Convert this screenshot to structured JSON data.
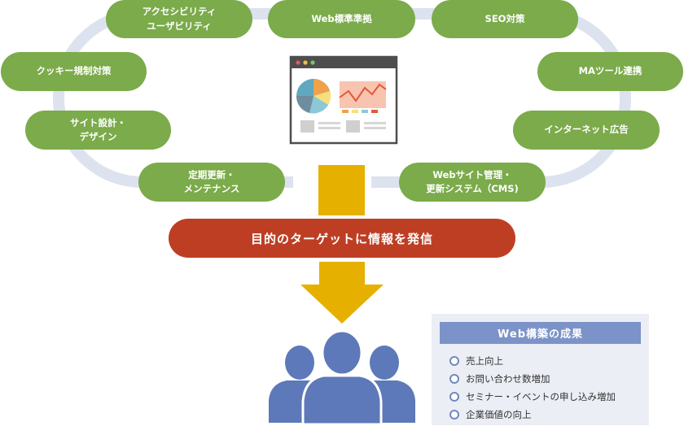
{
  "diagram": {
    "items": [
      {
        "id": "accessibility",
        "label": "アクセシビリティ\nユーザビリティ"
      },
      {
        "id": "web-standards",
        "label": "Web標準準拠"
      },
      {
        "id": "seo",
        "label": "SEO対策"
      },
      {
        "id": "cookie",
        "label": "クッキー規制対策"
      },
      {
        "id": "ma-tools",
        "label": "MAツール連携"
      },
      {
        "id": "site-design",
        "label": "サイト設計・\nデザイン"
      },
      {
        "id": "internet-ads",
        "label": "インターネット広告"
      },
      {
        "id": "maintenance",
        "label": "定期更新・\nメンテナンス"
      },
      {
        "id": "cms",
        "label": "Webサイト管理・\n更新システム（CMS)"
      }
    ],
    "main_banner": "目的のターゲットに情報を発信",
    "colors": {
      "pill_green": "#7bab4a",
      "ring": "#dde2ef",
      "arrow_yellow": "#e6b000",
      "banner_red": "#be3e24",
      "people_blue": "#5d79b9",
      "results_title_bg": "#7b93c8"
    }
  },
  "results": {
    "title": "Web構築の成果",
    "items": [
      "売上向上",
      "お問い合わせ数増加",
      "セミナー・イベントの申し込み増加",
      "企業価値の向上"
    ]
  },
  "icons": {
    "browser": "browser-window-icon",
    "people": "people-group-icon"
  }
}
